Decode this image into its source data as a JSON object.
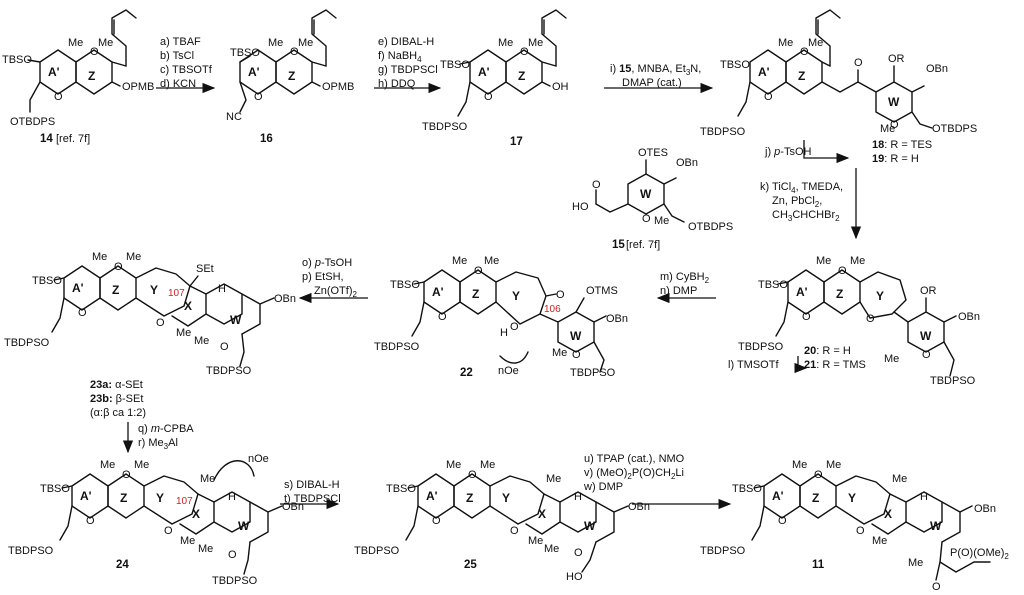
{
  "compounds": {
    "c14": {
      "label": "14",
      "ref": "[ref. 7f]",
      "subs": [
        "TBSO",
        "Me",
        "Me",
        "OPMB",
        "OTBDPS"
      ],
      "rings": [
        "A'",
        "Z"
      ]
    },
    "c16": {
      "label": "16",
      "subs": [
        "TBSO",
        "Me",
        "Me",
        "OPMB",
        "NC"
      ],
      "rings": [
        "A'",
        "Z"
      ]
    },
    "c17": {
      "label": "17",
      "subs": [
        "TBSO",
        "Me",
        "Me",
        "OH",
        "TBDPSO"
      ],
      "rings": [
        "A'",
        "Z"
      ]
    },
    "c18": {
      "subs": [
        "TBSO",
        "Me",
        "Me",
        "OR",
        "OBn",
        "TBDPSO",
        "OTBDPS",
        "Me",
        "O"
      ],
      "rings": [
        "A'",
        "Z",
        "W"
      ],
      "line1_label": "18",
      "line1_text": ": R = TES",
      "line2_label": "19",
      "line2_text": ": R = H"
    },
    "c15": {
      "label": "15",
      "ref": "[ref. 7f]",
      "subs": [
        "OTES",
        "OBn",
        "HO",
        "O",
        "Me",
        "OTBDPS"
      ],
      "ring": "W"
    },
    "c20": {
      "subs": [
        "TBSO",
        "Me",
        "Me",
        "OR",
        "OBn",
        "TBDPSO",
        "Me",
        "TBDPSO"
      ],
      "rings": [
        "A'",
        "Z",
        "Y",
        "W"
      ],
      "line1_label": "20",
      "line1_text": ": R = H",
      "line2_label": "21",
      "line2_text": ": R = TMS",
      "step_l": "l) TMSOTf"
    },
    "c22": {
      "label": "22",
      "subs": [
        "TBSO",
        "Me",
        "Me",
        "O",
        "OTMS",
        "OBn",
        "TBDPSO",
        "TBDPSO",
        "Me"
      ],
      "rings": [
        "A'",
        "Z",
        "Y",
        "W"
      ],
      "num": "106",
      "noe": "nOe"
    },
    "c23": {
      "subs": [
        "TBSO",
        "Me",
        "Me",
        "SEt",
        "OBn",
        "TBDPSO",
        "TBDPSO",
        "Me",
        "Me"
      ],
      "rings": [
        "A'",
        "Z",
        "Y",
        "X",
        "W"
      ],
      "num": "107",
      "line_a_label": "23a:",
      "line_a_text": " α-SEt",
      "line_b_label": "23b:",
      "line_b_text": " β-SEt",
      "ratio": "(α:β ca 1:2)"
    },
    "c24": {
      "label": "24",
      "subs": [
        "TBSO",
        "Me",
        "Me",
        "Me",
        "OBn",
        "TBDPSO",
        "TBDPSO",
        "Me",
        "Me"
      ],
      "rings": [
        "A'",
        "Z",
        "Y",
        "X",
        "W"
      ],
      "num": "107",
      "noe": "nOe"
    },
    "c25": {
      "label": "25",
      "subs": [
        "TBSO",
        "Me",
        "Me",
        "Me",
        "OBn",
        "TBDPSO",
        "HO",
        "Me",
        "Me"
      ],
      "rings": [
        "A'",
        "Z",
        "Y",
        "X",
        "W"
      ]
    },
    "c11": {
      "label": "11",
      "subs": [
        "TBSO",
        "Me",
        "Me",
        "Me",
        "OBn",
        "TBDPSO",
        "P(O)(OMe)",
        "2",
        "O",
        "Me",
        "Me"
      ],
      "rings": [
        "A'",
        "Z",
        "Y",
        "X",
        "W"
      ]
    }
  },
  "atom_symbols": {
    "oxygen": "O",
    "hydrogen": "H"
  },
  "steps": {
    "s1": [
      "a) TBAF",
      "b) TsCl",
      "c) TBSOTf",
      "d) KCN"
    ],
    "s2": [
      "e) DIBAL-H",
      "f) NaBH",
      "g) TBDPSCl",
      "h) DDQ"
    ],
    "s2_sub": "4",
    "s3": [
      "i) ",
      "15",
      ", MNBA, Et",
      "N,",
      "DMAP (cat.)"
    ],
    "s3_sub": "3",
    "s4": [
      "j) ",
      "p",
      "-TsOH"
    ],
    "s5": [
      "k) TiCl",
      ", TMEDA,",
      "Zn, PbCl",
      ",",
      "CH",
      "CHCHBr"
    ],
    "s5_subs": [
      "4",
      "2",
      "3",
      "2"
    ],
    "s6": [
      "m) CyBH",
      "n) DMP"
    ],
    "s6_sub": "2",
    "s7": [
      "o) ",
      "p",
      "-TsOH",
      "p) EtSH,",
      "Zn(OTf)"
    ],
    "s7_sub": "2",
    "s8": [
      "q) ",
      "m",
      "-CPBA",
      "r) Me",
      "Al"
    ],
    "s8_sub": "3",
    "s9": [
      "s) DIBAL-H",
      "t) TBDPSCl"
    ],
    "s10": [
      "u) TPAP (cat.), NMO",
      "v) (MeO)",
      "P(O)CH",
      "Li",
      "w) DMP"
    ],
    "s10_subs": [
      "2",
      "2"
    ]
  }
}
